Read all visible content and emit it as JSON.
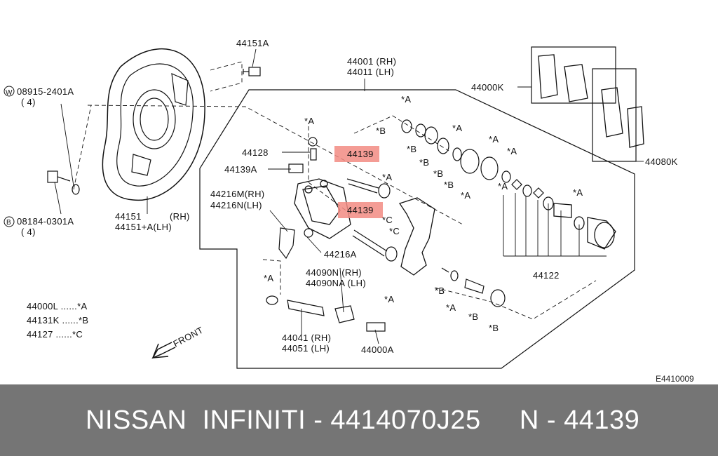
{
  "diagram": {
    "drawing_code": "E4410009",
    "callouts": {
      "c44151A": "44151A",
      "c44001": "44001 (RH)",
      "c44011": "44011 (LH)",
      "c44000K": "44000K",
      "c08915": "08915-2401A",
      "c08915_qty": "( 4)",
      "c44128": "44128",
      "c44139_top": "44139",
      "c44139A": "44139A",
      "c44216M": "44216M(RH)",
      "c44216N": "44216N(LH)",
      "c44139_mid": "44139",
      "c44080K": "44080K",
      "c08184": "08184-0301A",
      "c08184_qty": "( 4)",
      "c44151": "44151",
      "c44151_rh": "(RH)",
      "c44151A_lh": "44151+A(LH)",
      "c44216A": "44216A",
      "c44090N": "44090N  (RH)",
      "c44090NA": "44090NA (LH)",
      "c44122": "44122",
      "c44041": "44041 (RH)",
      "c44051": "44051 (LH)",
      "c44000A": "44000A",
      "front": "FRONT",
      "legend_l1": "44000L ......*A",
      "legend_l2": "44131K ......*B",
      "legend_l3": "44127  ......*C",
      "star_a": "*A",
      "star_b": "*B",
      "star_c": "*C",
      "circle_w": "W",
      "circle_b": "B"
    },
    "highlight_color": "#f28b82"
  },
  "footer": {
    "text": "NISSAN  INFINITI - 4414070J25     N - 44139",
    "background": "#757575"
  }
}
